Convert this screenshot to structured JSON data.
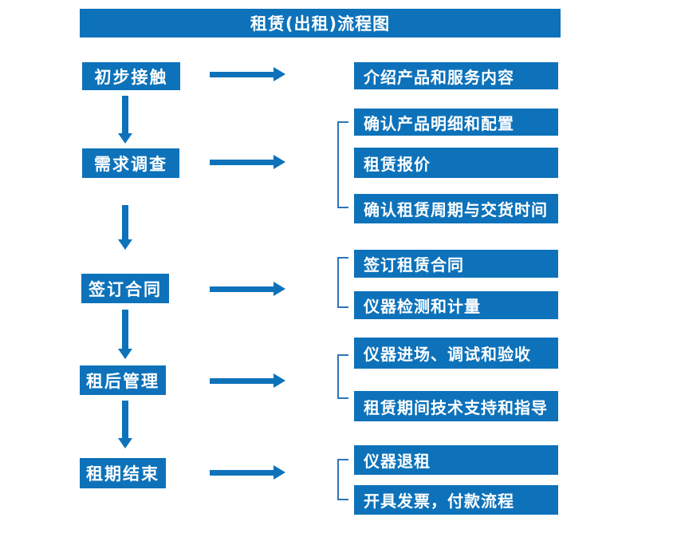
{
  "title": "租赁(出租)流程图",
  "colors": {
    "primary_blue": "#0d72ba",
    "bracket_blue": "#2e75b6",
    "text_white": "#ffffff"
  },
  "flow": {
    "steps": [
      {
        "label": "初步接触",
        "details": [
          "介绍产品和服务内容"
        ]
      },
      {
        "label": "需求调查",
        "details": [
          "确认产品明细和配置",
          "租赁报价",
          "确认租赁周期与交货时间"
        ]
      },
      {
        "label": "签订合同",
        "details": [
          "签订租赁合同",
          "仪器检测和计量"
        ]
      },
      {
        "label": "租后管理",
        "details": [
          "仪器进场、调试和验收",
          "租赁期间技术支持和指导"
        ]
      },
      {
        "label": "租期结束",
        "details": [
          "仪器退租",
          "开具发票，付款流程"
        ]
      }
    ]
  }
}
